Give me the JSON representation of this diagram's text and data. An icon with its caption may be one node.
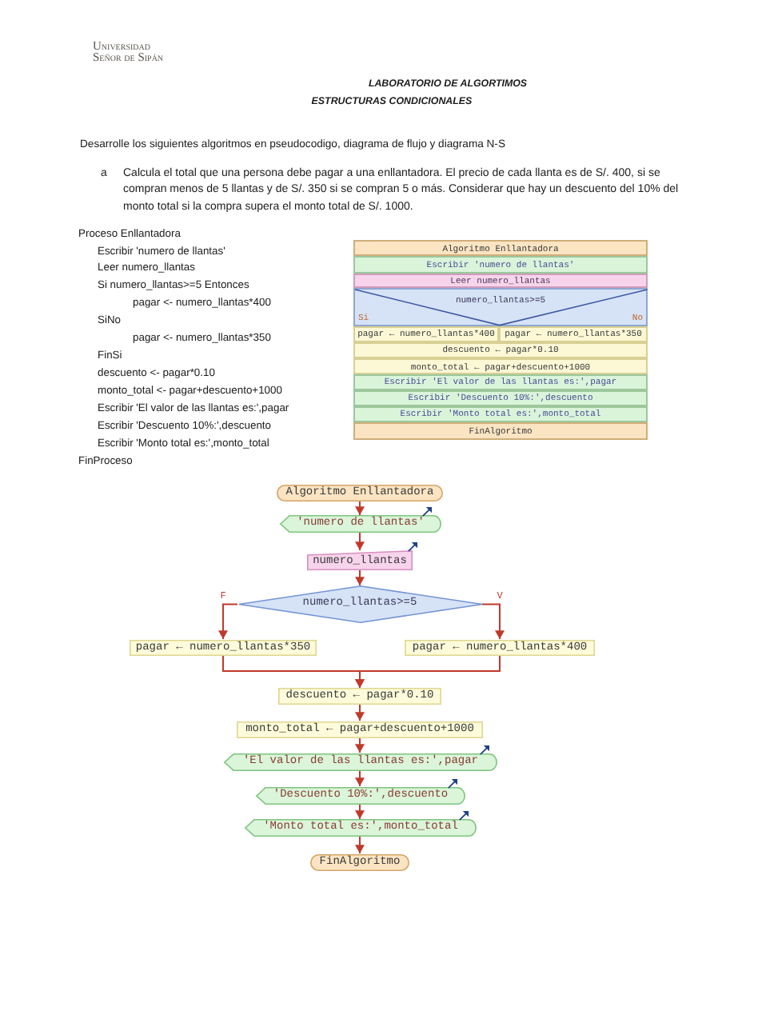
{
  "diagram": {
    "title": "LABORATORIO DE ALGORTIMOS",
    "nodes": [
      {
        "text": [
          "Algoritmo Enllantadora"
        ]
      },
      {
        "text": [
          "Escribir 'numero de llantas'"
        ]
      },
      {
        "text": [
          "Leer numero_llantas"
        ]
      },
      {
        "text": [
          "numero_llantas>=5",
          "Si",
          "No"
        ]
      },
      {
        "text": [
          "pagar ← numero_llantas*400"
        ]
      },
      {
        "text": [
          "pagar ← numero_llantas*350"
        ]
      },
      {
        "text": [
          "descuento ← pagar*0.10"
        ]
      },
      {
        "text": [
          "monto_total ← pagar+descuento+1000"
        ]
      },
      {
        "text": [
          "Escribir 'El valor de las llantas es:',pagar"
        ]
      },
      {
        "text": [
          "Escribir 'Descuento 10%:',descuento"
        ]
      },
      {
        "text": [
          "Escribir 'Monto total es:',monto_total"
        ]
      },
      {
        "text": [
          "FinAlgoritmo"
        ]
      },
      {
        "text": [
          "Algoritmo Enllantadora"
        ]
      },
      {
        "text": [
          "'numero de llantas'"
        ]
      },
      {
        "text": [
          "numero_llantas"
        ]
      },
      {
        "text": [
          "numero_llantas>=5"
        ]
      },
      {
        "text": [
          "pagar ← numero_llantas*350"
        ]
      },
      {
        "text": [
          "pagar ← numero_llantas*400"
        ]
      },
      {
        "text": [
          "descuento ← pagar*0.10"
        ]
      },
      {
        "text": [
          "monto_total ← pagar+descuento+1000"
        ]
      },
      {
        "text": [
          "'El valor de las llantas es:',pagar"
        ]
      },
      {
        "text": [
          "'Descuento 10%:',descuento"
        ]
      },
      {
        "text": [
          "'Monto total es:',monto_total"
        ]
      },
      {
        "text": [
          "FinAlgoritmo"
        ]
      }
    ],
    "edges": [
      {
        "from": 12,
        "to": 13,
        "arrow": "to"
      },
      {
        "from": 13,
        "to": 14,
        "arrow": "to"
      },
      {
        "from": 14,
        "to": 15,
        "arrow": "to"
      },
      {
        "from": 15,
        "to": 16,
        "arrow": "to",
        "label": "F"
      },
      {
        "from": 15,
        "to": 17,
        "arrow": "to",
        "label": "V"
      },
      {
        "from": 16,
        "to": 18,
        "arrow": "to"
      },
      {
        "from": 17,
        "to": 18,
        "arrow": "to"
      },
      {
        "from": 18,
        "to": 19,
        "arrow": "to"
      },
      {
        "from": 19,
        "to": 20,
        "arrow": "to"
      },
      {
        "from": 20,
        "to": 21,
        "arrow": "to"
      },
      {
        "from": 21,
        "to": 22,
        "arrow": "to"
      },
      {
        "from": 22,
        "to": 23,
        "arrow": "to"
      }
    ],
    "labels": [
      "Universidad Señor de Sipán",
      "ESTRUCTURAS CONDICIONALES",
      "Desarrolle los siguientes algoritmos en pseudocodigo, diagrama de flujo y diagrama N-S",
      "a",
      "Calcula el total que una persona debe pagar a una enllantadora. El precio de cada llanta es de S/. 400, si se compran menos de 5 llantas y de S/. 350 si se compran 5 o más. Considerar que hay un descuento del 10% del monto total si la compra supera el monto total de S/. 1000.",
      "Proceso Enllantadora",
      "Escribir 'numero de llantas'",
      "Leer numero_llantas",
      "Si numero_llantas>=5 Entonces",
      "pagar <- numero_llantas*400",
      "SiNo",
      "pagar <- numero_llantas*350",
      "FinSi",
      "descuento <- pagar*0.10",
      "monto_total <- pagar+descuento+1000",
      "Escribir 'El valor de las llantas es:',pagar",
      "Escribir 'Descuento 10%:',descuento",
      "Escribir 'Monto total es:',monto_total",
      "FinProceso"
    ]
  }
}
